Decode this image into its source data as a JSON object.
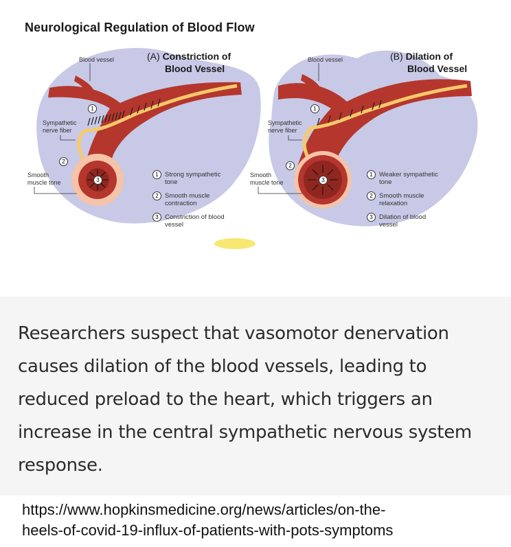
{
  "diagram": {
    "title": "Neurological Regulation of Blood Flow",
    "panel_a": {
      "letter": "(A)",
      "title_line1": "Constriction of",
      "title_line2": "Blood Vessel",
      "label_blood_vessel": "Blood vessel",
      "label_nerve_1": "Sympathetic",
      "label_nerve_2": "nerve fiber",
      "label_smooth_1": "Smooth",
      "label_smooth_2": "muscle tone",
      "legend": [
        {
          "num": "1",
          "line1": "Strong sympathetic",
          "line2": "tone"
        },
        {
          "num": "2",
          "line1": "Smooth muscle",
          "line2": "contraction"
        },
        {
          "num": "3",
          "line1": "Constriction of blood",
          "line2": "vessel"
        }
      ]
    },
    "panel_b": {
      "letter": "(B)",
      "title_line1": "Dilation of",
      "title_line2": "Blood Vessel",
      "label_blood_vessel": "Blood vessel",
      "label_nerve_1": "Sympathetic",
      "label_nerve_2": "nerve fiber",
      "label_smooth_1": "Smooth",
      "label_smooth_2": "muscle tone",
      "legend": [
        {
          "num": "1",
          "line1": "Weaker sympathetic",
          "line2": "tone"
        },
        {
          "num": "2",
          "line1": "Smooth muscle",
          "line2": "relaxation"
        },
        {
          "num": "3",
          "line1": "Dilation of blood",
          "line2": "vessel"
        }
      ]
    },
    "markers": {
      "one": "1",
      "two": "2",
      "three": "3"
    },
    "colors": {
      "tissue": "#c7c9e6",
      "vessel": "#b5362c",
      "vessel_inner": "#8f2620",
      "nerve": "#f6c96b",
      "ring": "#f4c3a8",
      "highlight": "#f7e35a"
    }
  },
  "caption": "Researchers suspect that vasomotor denervation causes dilation of the blood vessels, leading to reduced preload to the heart, which triggers an increase in the central sympathetic nervous system response.",
  "url": {
    "line1": "https://www.hopkinsmedicine.org/news/articles/on-the-",
    "line2": "heels-of-covid-19-influx-of-patients-with-pots-symptoms"
  }
}
